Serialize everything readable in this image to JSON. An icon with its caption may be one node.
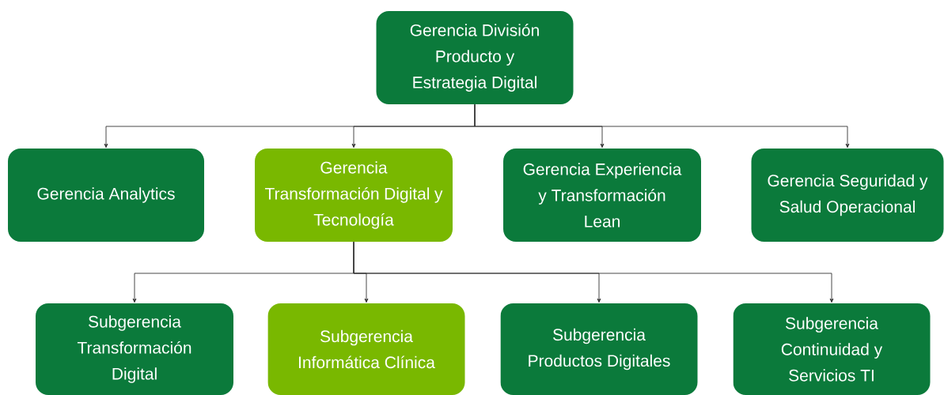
{
  "diagram": {
    "nodes": [
      {
        "text": [
          "Gerencia División Producto y Estrategia Digital"
        ]
      },
      {
        "text": [
          "Gerencia Analytics"
        ]
      },
      {
        "text": [
          "Gerencia Transformación Digital y Tecnología"
        ]
      },
      {
        "text": [
          "Gerencia Experiencia y Transformación Lean"
        ]
      },
      {
        "text": [
          "Gerencia Seguridad y Salud Operacional"
        ]
      },
      {
        "text": [
          "Subgerencia Transformación Digital"
        ]
      },
      {
        "text": [
          "Subgerencia Informática Clínica"
        ]
      },
      {
        "text": [
          "Subgerencia Productos Digitales"
        ]
      },
      {
        "text": [
          "Subgerencia Continuidad y Servicios TI"
        ]
      }
    ],
    "edges": [
      {
        "from": 0,
        "to": 1,
        "arrow": "to"
      },
      {
        "from": 0,
        "to": 2,
        "arrow": "to"
      },
      {
        "from": 0,
        "to": 3,
        "arrow": "to"
      },
      {
        "from": 0,
        "to": 4,
        "arrow": "to"
      },
      {
        "from": 2,
        "to": 5,
        "arrow": "to"
      },
      {
        "from": 2,
        "to": 6,
        "arrow": "to"
      },
      {
        "from": 2,
        "to": 7,
        "arrow": "to"
      },
      {
        "from": 2,
        "to": 8,
        "arrow": "to"
      }
    ]
  }
}
